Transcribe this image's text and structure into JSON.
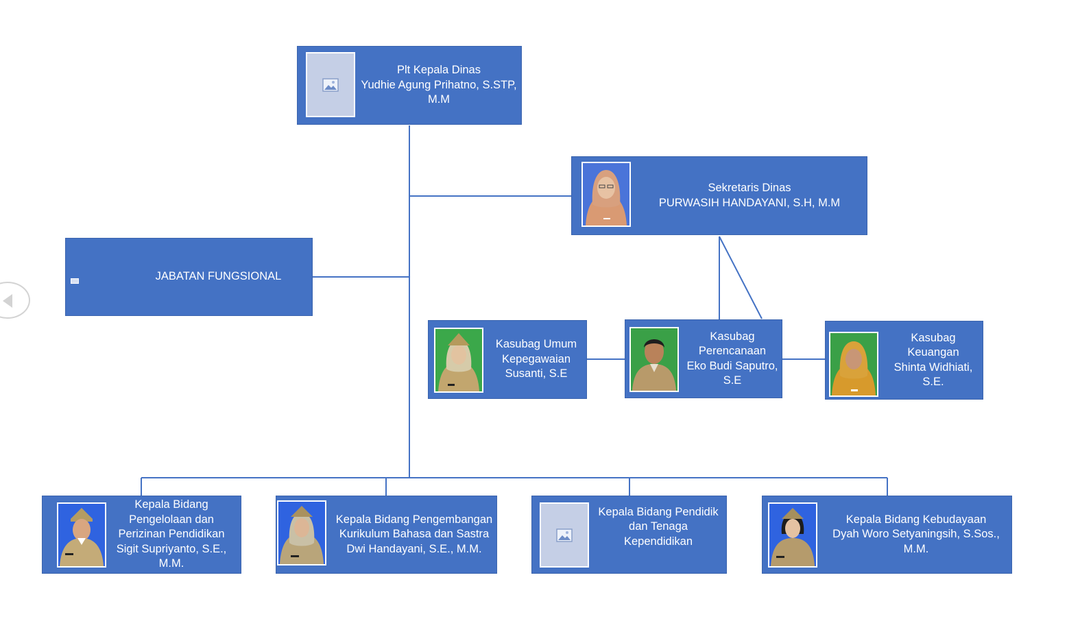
{
  "diagram": {
    "header_fragment": "",
    "nodes": {
      "kepala_dinas": {
        "lines": [
          "Plt Kepala Dinas",
          "Yudhie Agung Prihatno, S.STP,",
          "M.M"
        ]
      },
      "sekretaris": {
        "lines": [
          "Sekretaris Dinas",
          "PURWASIH HANDAYANI, S.H, M.M"
        ]
      },
      "jabatan_fungsional": {
        "lines": [
          "JABATAN FUNGSIONAL"
        ]
      },
      "kasubag_umum": {
        "lines": [
          "Kasubag Umum",
          "Kepegawaian",
          "Susanti, S.E"
        ]
      },
      "kasubag_perencanaan": {
        "lines": [
          "Kasubag",
          "Perencanaan",
          "Eko Budi Saputro,",
          "S.E"
        ]
      },
      "kasubag_keuangan": {
        "lines": [
          "Kasubag",
          "Keuangan",
          "Shinta Widhiati,",
          "S.E."
        ]
      },
      "kabid_pengelolaan": {
        "lines": [
          "Kepala Bidang",
          "Pengelolaan dan",
          "Perizinan Pendidikan",
          "Sigit Supriyanto, S.E.,",
          "M.M."
        ]
      },
      "kabid_kurikulum": {
        "lines": [
          "Kepala Bidang Pengembangan",
          "Kurikulum Bahasa dan Sastra",
          "Dwi Handayani, S.E., M.M."
        ]
      },
      "kabid_ptk": {
        "lines": [
          "Kepala Bidang Pendidik",
          "dan Tenaga",
          "Kependidikan"
        ]
      },
      "kabid_kebudayaan": {
        "lines": [
          "Kepala Bidang Kebudayaan",
          "Dyah Woro Setyaningsih, S.Sos.,",
          "M.M."
        ]
      }
    }
  },
  "colors": {
    "box_fill": "#4472c4",
    "connector": "#4472c4",
    "text": "#ffffff"
  },
  "icons": {
    "nav": "chevron-left-icon",
    "placeholder": "image-placeholder-icon"
  }
}
